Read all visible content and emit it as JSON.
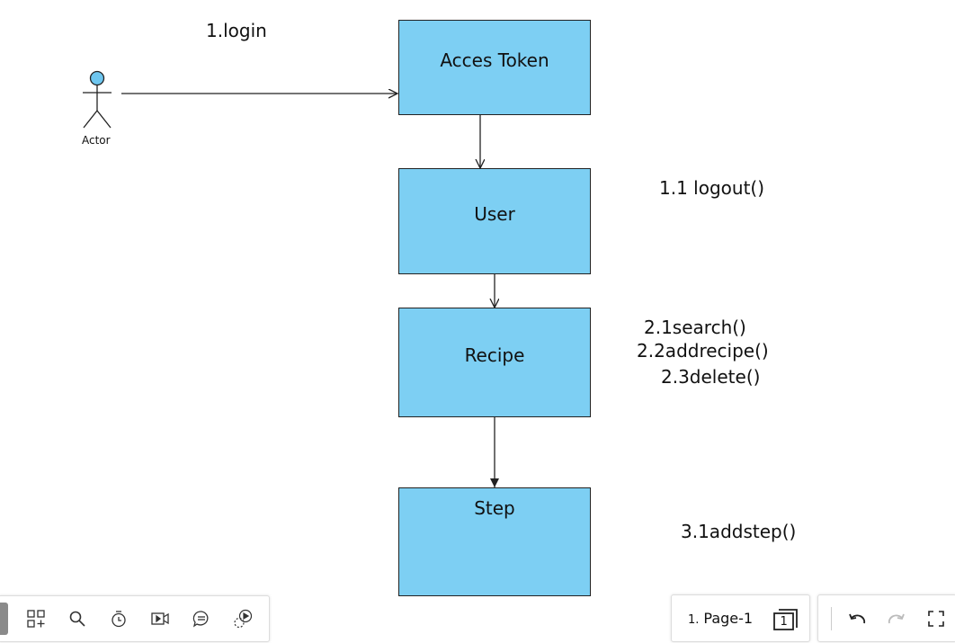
{
  "diagram": {
    "actor": {
      "label": "Actor"
    },
    "messages": {
      "login": "1.login",
      "logout": "1.1 logout()",
      "search": "2.1search()",
      "addrecipe": "2.2addrecipe()",
      "delete": "2.3delete()",
      "addstep": "3.1addstep()"
    },
    "objects": {
      "access_token": "Acces Token",
      "user": "User",
      "recipe": "Recipe",
      "step": "Step"
    },
    "colors": {
      "object_fill": "#7dcff3",
      "actor_head": "#6ec6ef",
      "line": "#222222"
    }
  },
  "toolbar_left": {
    "icons": [
      "add-shape-icon",
      "search-icon",
      "timer-icon",
      "video-icon",
      "comment-icon",
      "present-icon"
    ]
  },
  "page_nav": {
    "page_number": "1.",
    "page_name": "Page-1",
    "page_count": "1"
  },
  "toolbar_right": {
    "icons": [
      "undo-icon",
      "redo-icon",
      "fullscreen-icon"
    ]
  }
}
